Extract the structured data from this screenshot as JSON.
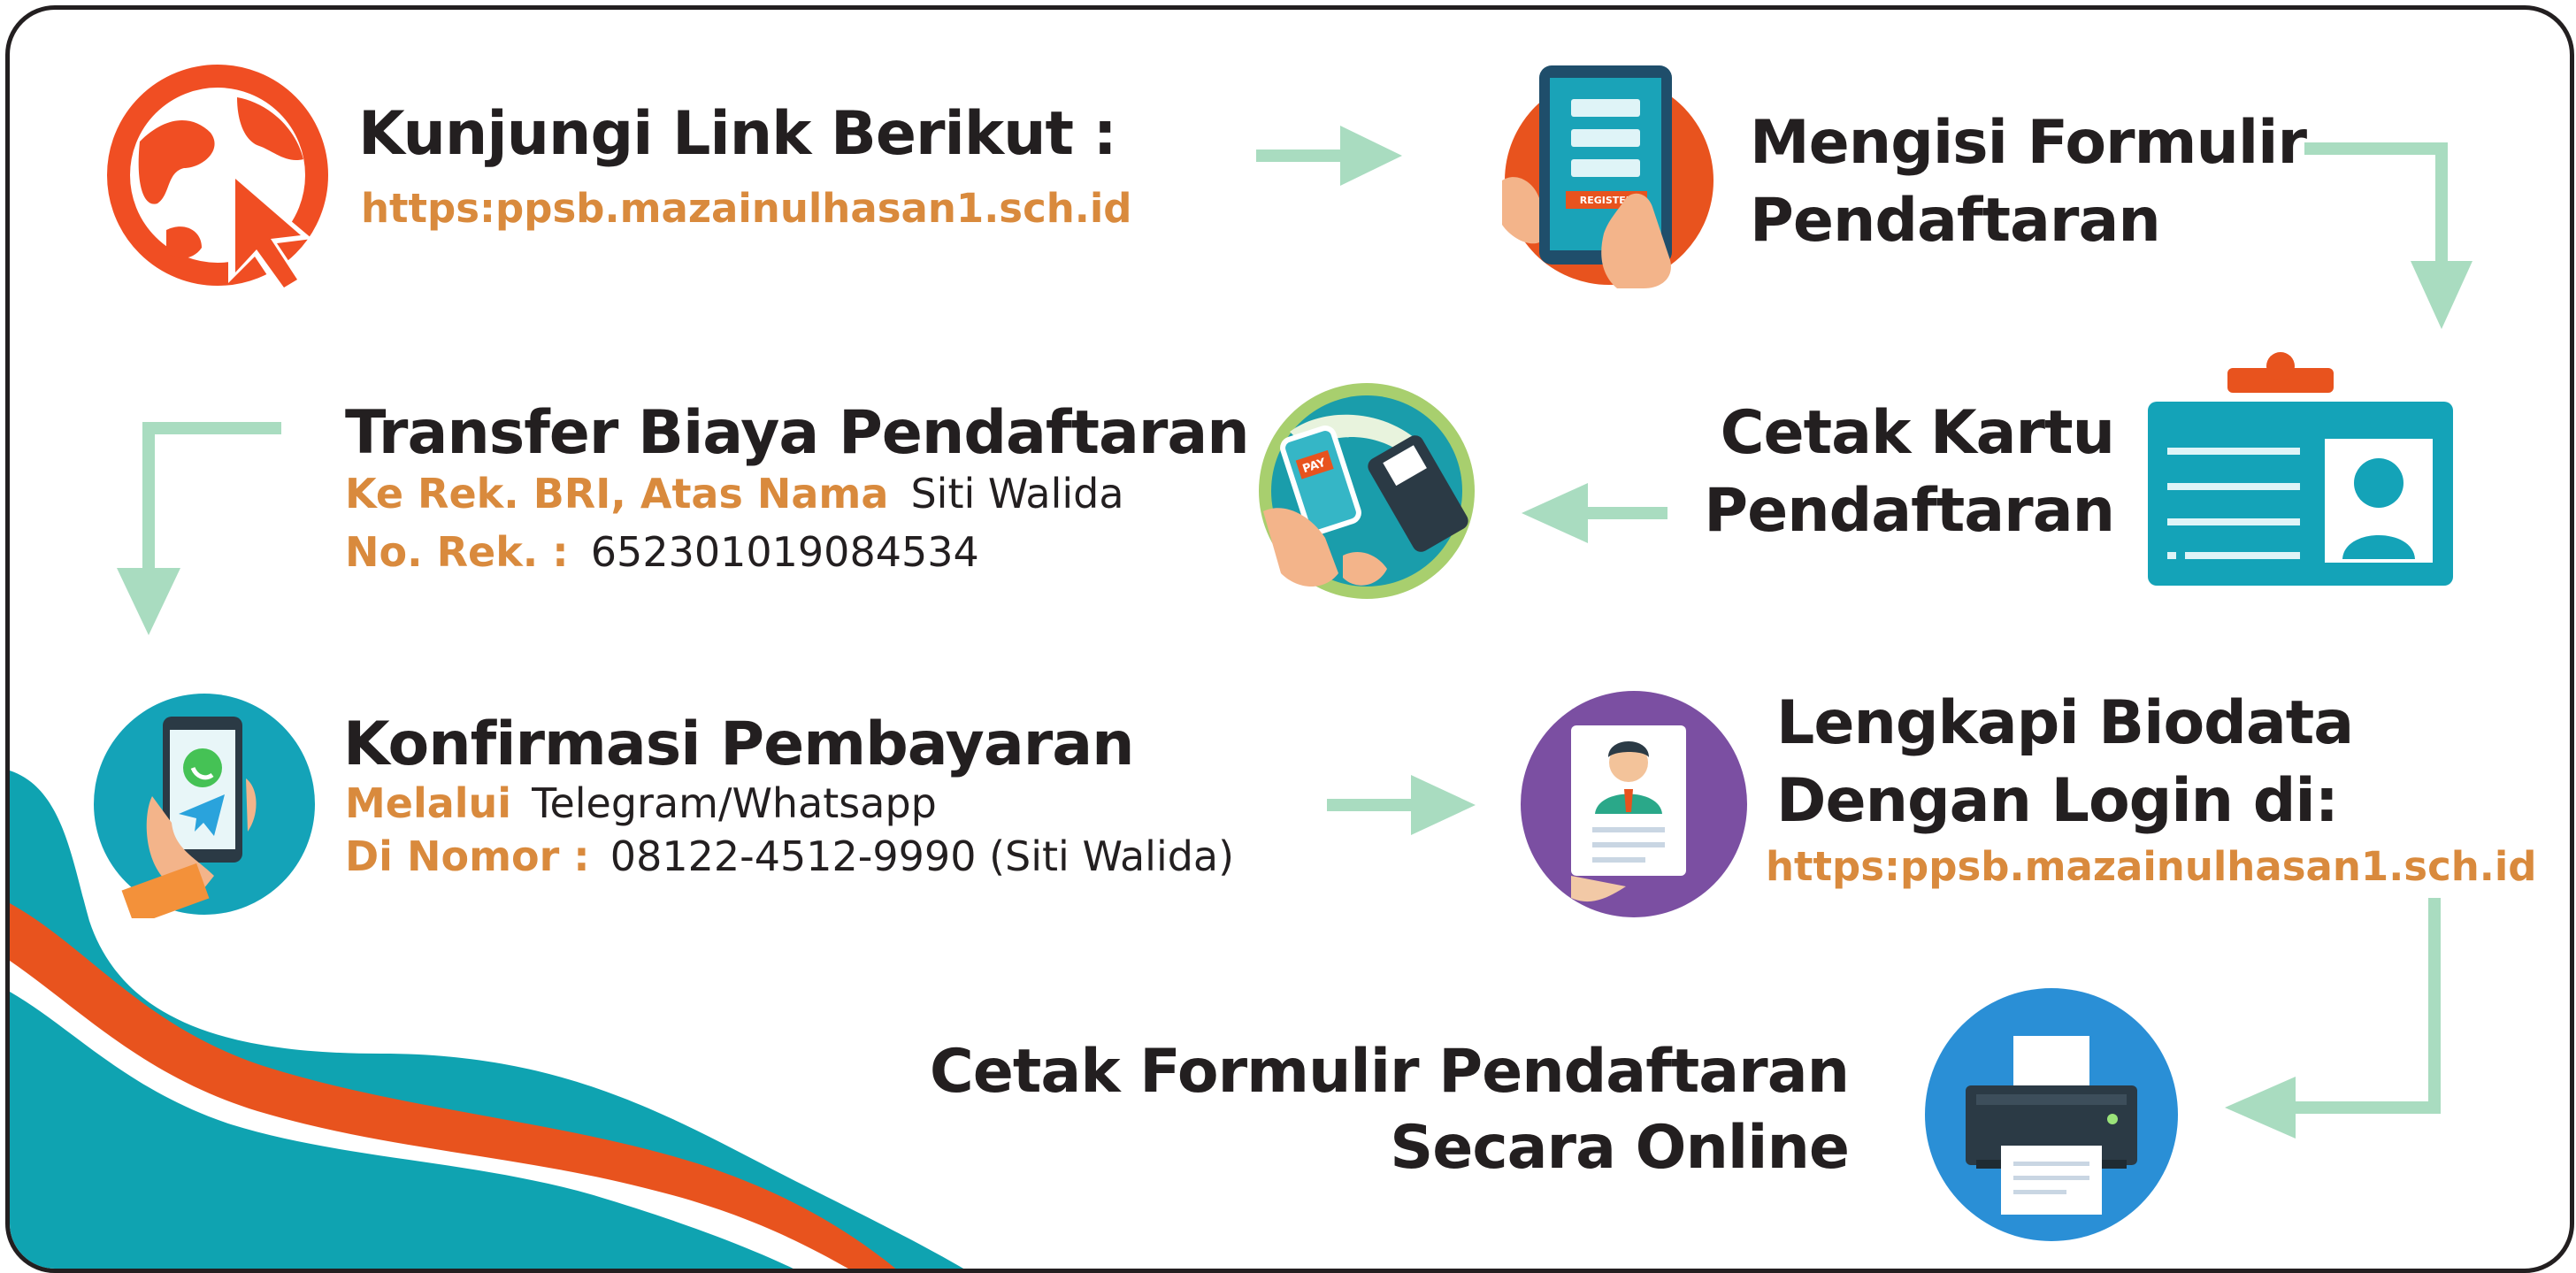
{
  "colors": {
    "heading": "#231f20",
    "accent_orange": "#d98a3d",
    "arrow_green": "#a9dcc0",
    "teal": "#0fa3b1",
    "red_orange": "#e8531e",
    "purple": "#7b4fa2",
    "blue": "#2a8fd6"
  },
  "steps": [
    {
      "icon": "web-click-icon",
      "heading": "Kunjungi Link Berikut :",
      "link": "https:ppsb.mazainulhasan1.sch.id"
    },
    {
      "icon": "tablet-form-icon",
      "heading_lines": [
        "Mengisi Formulir",
        "Pendaftaran"
      ],
      "icon_label": "REGISTER"
    },
    {
      "icon": "id-card-icon",
      "heading_lines": [
        "Cetak Kartu",
        "Pendaftaran"
      ]
    },
    {
      "icon": "mobile-payment-icon",
      "heading": "Transfer Biaya Pendaftaran",
      "line1_label": "Ke Rek. BRI, Atas Nama",
      "line1_value": "Siti Walida",
      "line2_label": "No. Rek. :",
      "line2_value": "652301019084534",
      "icon_label": "PAY"
    },
    {
      "icon": "phone-messaging-icon",
      "heading": "Konfirmasi Pembayaran",
      "line1_label": "Melalui",
      "line1_value": "Telegram/Whatsapp",
      "line2_label": "Di Nomor :",
      "line2_value": "08122-4512-9990 (Siti Walida)"
    },
    {
      "icon": "biodata-profile-icon",
      "heading_lines": [
        "Lengkapi Biodata",
        "Dengan Login di:"
      ],
      "link": "https:ppsb.mazainulhasan1.sch.id"
    },
    {
      "icon": "printer-icon",
      "heading_lines": [
        "Cetak Formulir Pendaftaran",
        "Secara Online"
      ]
    }
  ]
}
